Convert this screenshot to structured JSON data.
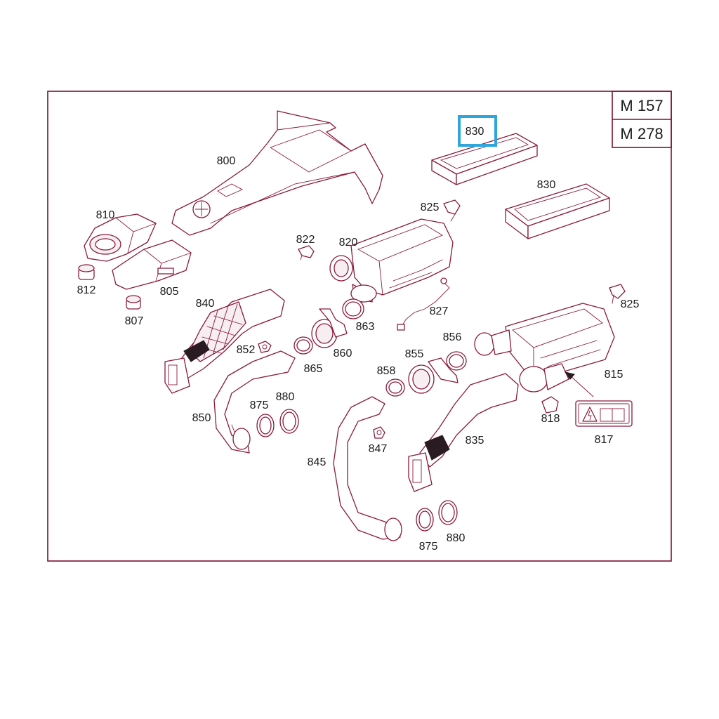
{
  "models": [
    "M 157",
    "M 278"
  ],
  "highlight": {
    "label": "830",
    "color": "#2ea6dc"
  },
  "colors": {
    "line": "#8a1a3a",
    "frame": "#7a1030",
    "highlight": "#2ea6dc"
  },
  "labels": {
    "p800": "800",
    "p810": "810",
    "p812": "812",
    "p805": "805",
    "p807": "807",
    "p830a": "830",
    "p830b": "830",
    "p825a": "825",
    "p825b": "825",
    "p822": "822",
    "p820": "820",
    "p827": "827",
    "p863": "863",
    "p840": "840",
    "p852": "852",
    "p860": "860",
    "p865": "865",
    "p850": "850",
    "p875a": "875",
    "p880a": "880",
    "p856": "856",
    "p855": "855",
    "p858": "858",
    "p815": "815",
    "p818": "818",
    "p817": "817",
    "p847": "847",
    "p835": "835",
    "p845": "845",
    "p875b": "875",
    "p880b": "880"
  }
}
